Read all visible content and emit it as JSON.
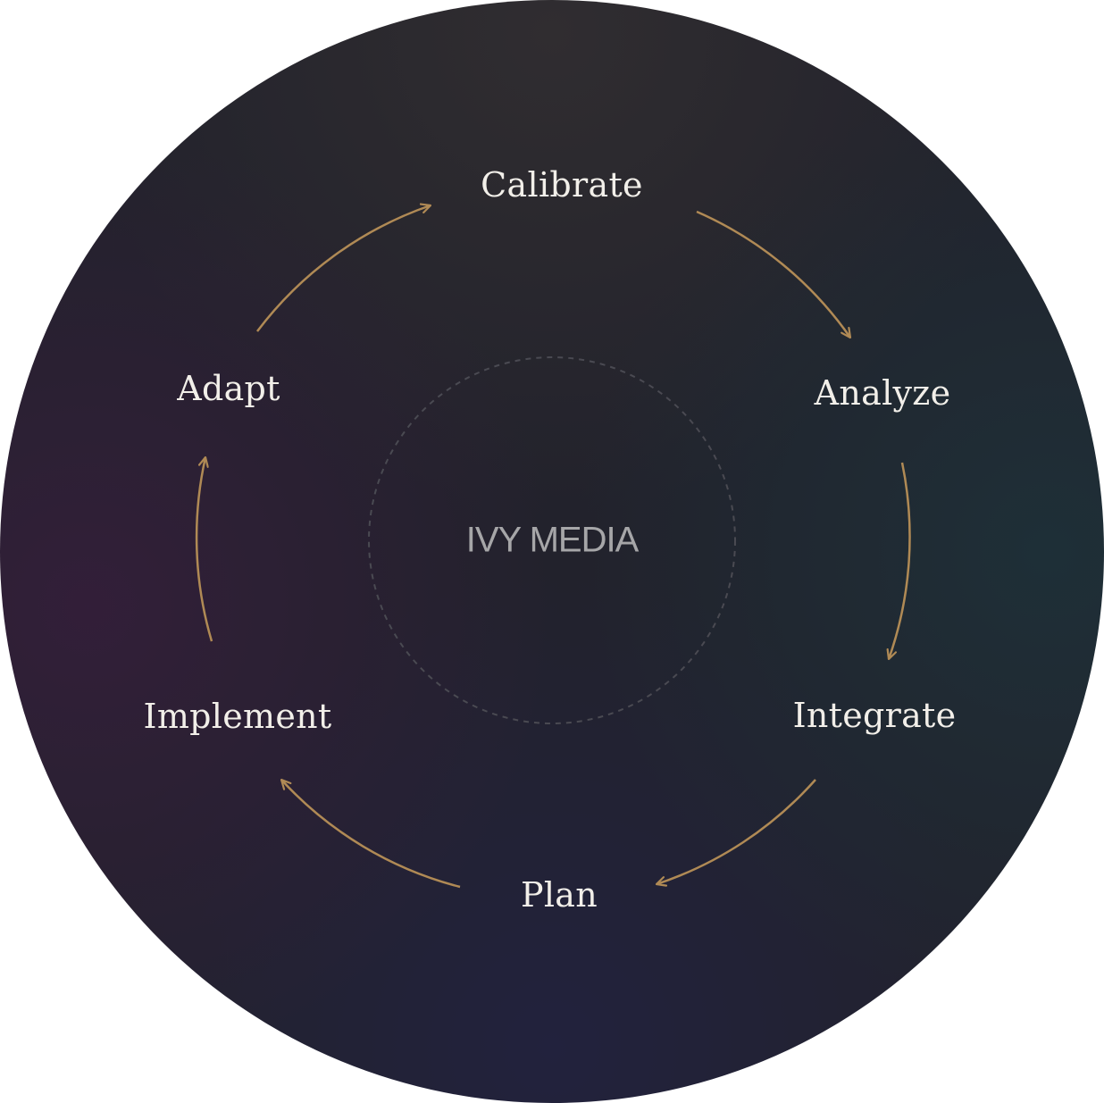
{
  "center_label": "IVY MEDIA",
  "stages": [
    "Calibrate",
    "Analyze",
    "Integrate",
    "Plan",
    "Implement",
    "Adapt"
  ],
  "colors": {
    "arrow": "#b08a55",
    "text": "#f2efe9",
    "center_text": "#a6a6a8",
    "dashed_ring": "#4a4a52"
  }
}
